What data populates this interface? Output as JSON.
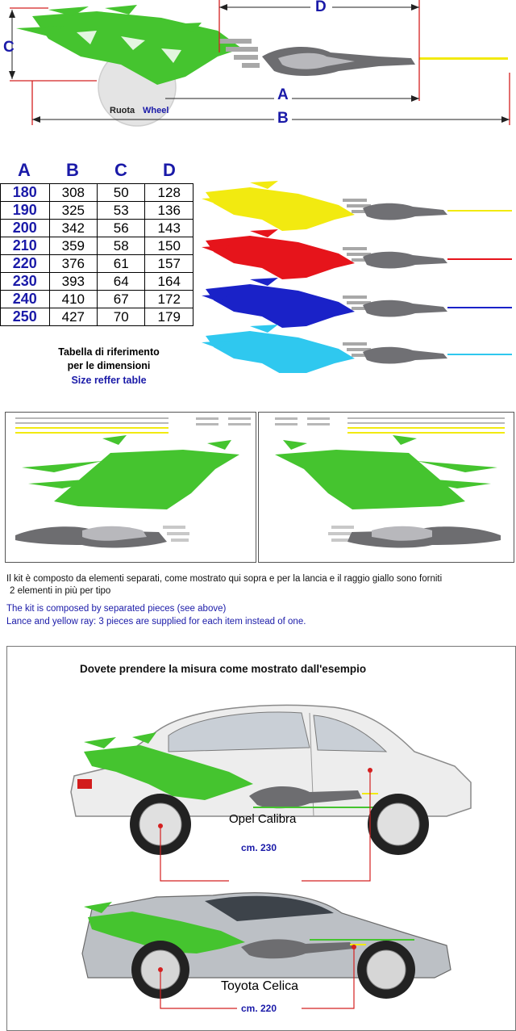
{
  "dimensions": {
    "a": "A",
    "b": "B",
    "c": "C",
    "d": "D"
  },
  "wheel": {
    "it": "Ruota",
    "en": "Wheel"
  },
  "table": {
    "headers": [
      "A",
      "B",
      "C",
      "D"
    ],
    "rows": [
      [
        "180",
        "308",
        "50",
        "128"
      ],
      [
        "190",
        "325",
        "53",
        "136"
      ],
      [
        "200",
        "342",
        "56",
        "143"
      ],
      [
        "210",
        "359",
        "58",
        "150"
      ],
      [
        "220",
        "376",
        "61",
        "157"
      ],
      [
        "230",
        "393",
        "64",
        "164"
      ],
      [
        "240",
        "410",
        "67",
        "172"
      ],
      [
        "250",
        "427",
        "70",
        "179"
      ]
    ],
    "caption_it_1": "Tabella di riferimento",
    "caption_it_2": "per le dimensioni",
    "caption_en": "Size reffer table"
  },
  "colors": {
    "green": "#45c42f",
    "yellow": "#f2ea10",
    "red": "#e6141b",
    "blue": "#1a22c8",
    "cyan": "#2fc8ef",
    "label_blue": "#1a1aa8",
    "dim_red": "#d42020"
  },
  "kit_note": {
    "it_1": "Il kit è composto da elementi separati, come mostrato qui sopra e per la lancia e il raggio giallo sono forniti",
    "it_2": "2 elementi in più per tipo",
    "en_1": "The kit is composed by separated pieces (see above)",
    "en_2": "Lance and yellow ray: 3 pieces are supplied for each item instead of one."
  },
  "example": {
    "title": "Dovete prendere la misura come mostrato dall'esempio",
    "car1": {
      "model": "Opel Calibra",
      "measure": "cm. 230"
    },
    "car2": {
      "model": "Toyota Celica",
      "measure": "cm. 220"
    }
  }
}
